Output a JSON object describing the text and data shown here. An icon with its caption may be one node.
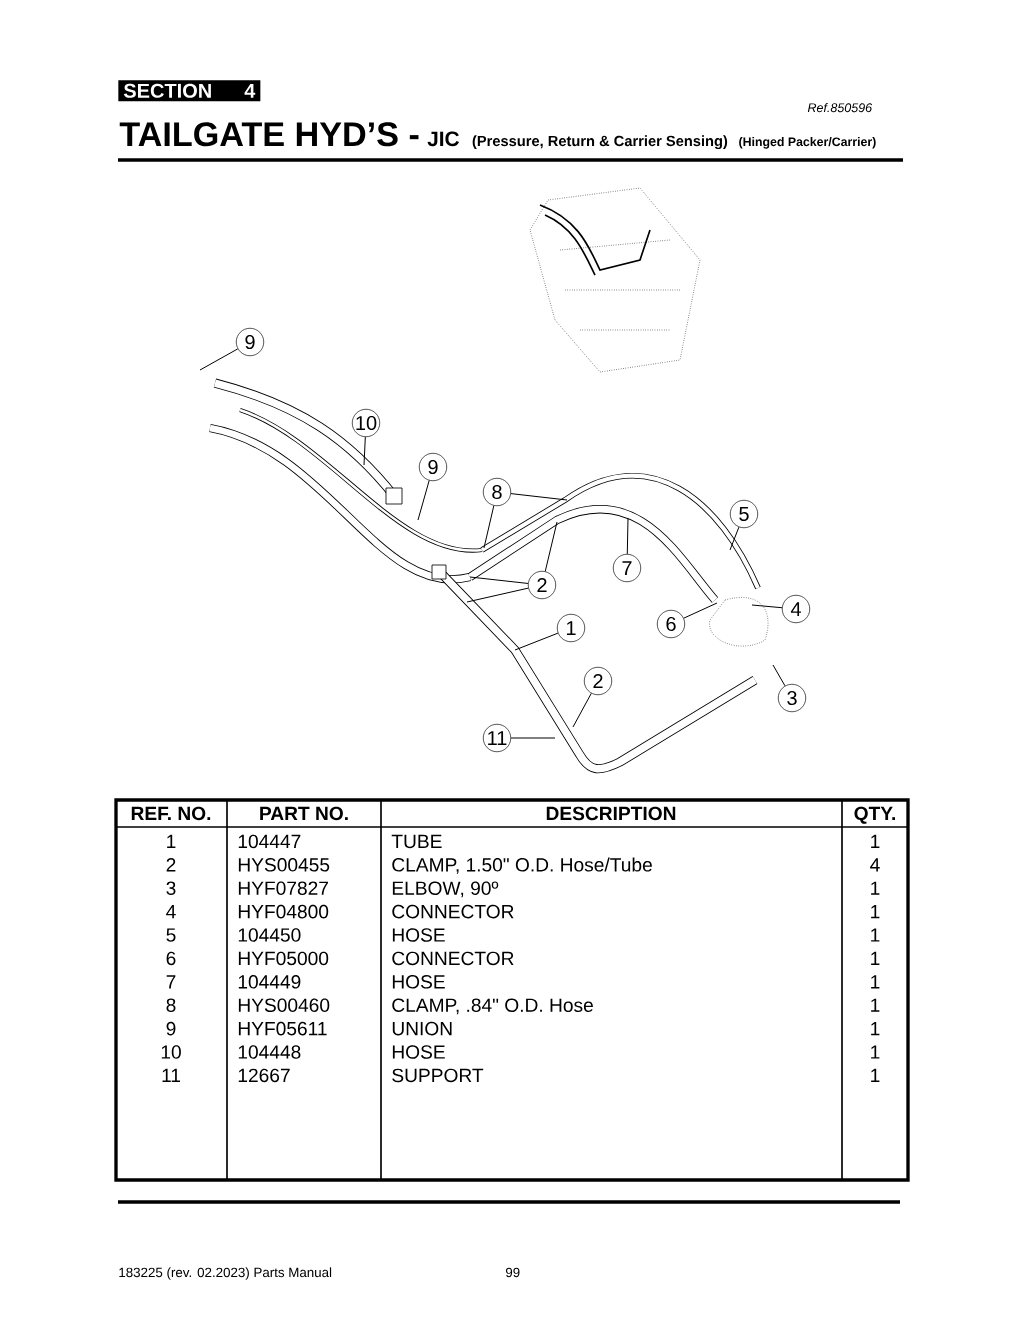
{
  "diagram": {
    "title": "TAILGATE HYD’S -",
    "nodes": [
      {
        "text": [
          "9"
        ]
      },
      {
        "text": [
          "10"
        ]
      },
      {
        "text": [
          "9"
        ]
      },
      {
        "text": [
          "8"
        ]
      },
      {
        "text": [
          "5"
        ]
      },
      {
        "text": [
          "7"
        ]
      },
      {
        "text": [
          "2"
        ]
      },
      {
        "text": [
          "4"
        ]
      },
      {
        "text": [
          "6"
        ]
      },
      {
        "text": [
          "1"
        ]
      },
      {
        "text": [
          "2"
        ]
      },
      {
        "text": [
          "3"
        ]
      },
      {
        "text": [
          "11"
        ]
      }
    ],
    "edges": [
      {
        "from": 0,
        "to": null,
        "arrow": "none"
      },
      {
        "from": 1,
        "to": null,
        "arrow": "none"
      },
      {
        "from": 2,
        "to": null,
        "arrow": "none"
      },
      {
        "from": 3,
        "to": null,
        "arrow": "none"
      },
      {
        "from": 3,
        "to": null,
        "arrow": "none"
      },
      {
        "from": 4,
        "to": null,
        "arrow": "none"
      },
      {
        "from": 5,
        "to": null,
        "arrow": "none"
      },
      {
        "from": 6,
        "to": null,
        "arrow": "none"
      },
      {
        "from": 6,
        "to": null,
        "arrow": "none"
      },
      {
        "from": 6,
        "to": null,
        "arrow": "none"
      },
      {
        "from": 7,
        "to": null,
        "arrow": "none"
      },
      {
        "from": 8,
        "to": null,
        "arrow": "none"
      },
      {
        "from": 9,
        "to": null,
        "arrow": "none"
      },
      {
        "from": 10,
        "to": null,
        "arrow": "none"
      },
      {
        "from": 11,
        "to": null,
        "arrow": "none"
      },
      {
        "from": 12,
        "to": null,
        "arrow": "none"
      }
    ],
    "labels": [
      "SECTION 4",
      "Ref.850596",
      "JIC",
      "(Pressure, Return & Carrier Sensing)",
      "(Hinged Packer/Carrier)",
      "REF. NO.",
      "PART NO.",
      "DESCRIPTION",
      "QTY.",
      "1",
      "104447",
      "TUBE",
      "1",
      "2",
      "HYS00455",
      "CLAMP, 1.50\" O.D. Hose/Tube",
      "4",
      "3",
      "HYF07827",
      "ELBOW, 90º",
      "1",
      "4",
      "HYF04800",
      "CONNECTOR",
      "1",
      "5",
      "104450",
      "HOSE",
      "1",
      "6",
      "HYF05000",
      "CONNECTOR",
      "1",
      "7",
      "104449",
      "HOSE",
      "1",
      "8",
      "HYS00460",
      "CLAMP, .84\" O.D. Hose",
      "1",
      "9",
      "HYF05611",
      "UNION",
      "1",
      "10",
      "104448",
      "HOSE",
      "1",
      "11",
      "12667",
      "SUPPORT",
      "1",
      "183225  (rev. 02.2023) Parts Manual",
      "99"
    ]
  }
}
